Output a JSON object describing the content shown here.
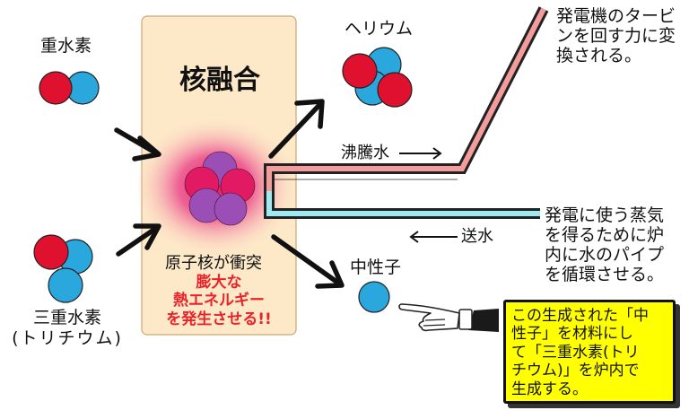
{
  "labels": {
    "deuterium": "重水素",
    "fusion_title": "核融合",
    "helium": "ヘリウム",
    "generator_note": [
      "発電機のタービ",
      "ンを回す力に変",
      "換される。"
    ],
    "boiling_water": "沸騰水",
    "feed_water": "送水",
    "steam_note": [
      "発電に使う蒸気",
      "を得るために炉",
      "内に水のパイプ",
      "を循環させる。"
    ],
    "collision": "原子核が衝突",
    "energy": [
      "膨大な",
      "熱エネルギー",
      "を発生させる!!"
    ],
    "neutron": "中性子",
    "tritium": "三重水素",
    "tritium_kana": "(トリチウム)",
    "callout": [
      "この生成された「中",
      "性子」を材料にし",
      "て「三重水素(トリ",
      "チウム)」を炉内で",
      "生成する。"
    ]
  },
  "colors": {
    "proton": "#e0102f",
    "neutron": "#2aa8de",
    "purple": "#9b4fb6",
    "magenta": "#e21a63",
    "panel": "#fde8c8",
    "hot_pipe": "#f49b9b",
    "cold_pipe": "#9eeaf2",
    "energy_text": "#e8232a",
    "callout_bg": "#ffff00"
  }
}
